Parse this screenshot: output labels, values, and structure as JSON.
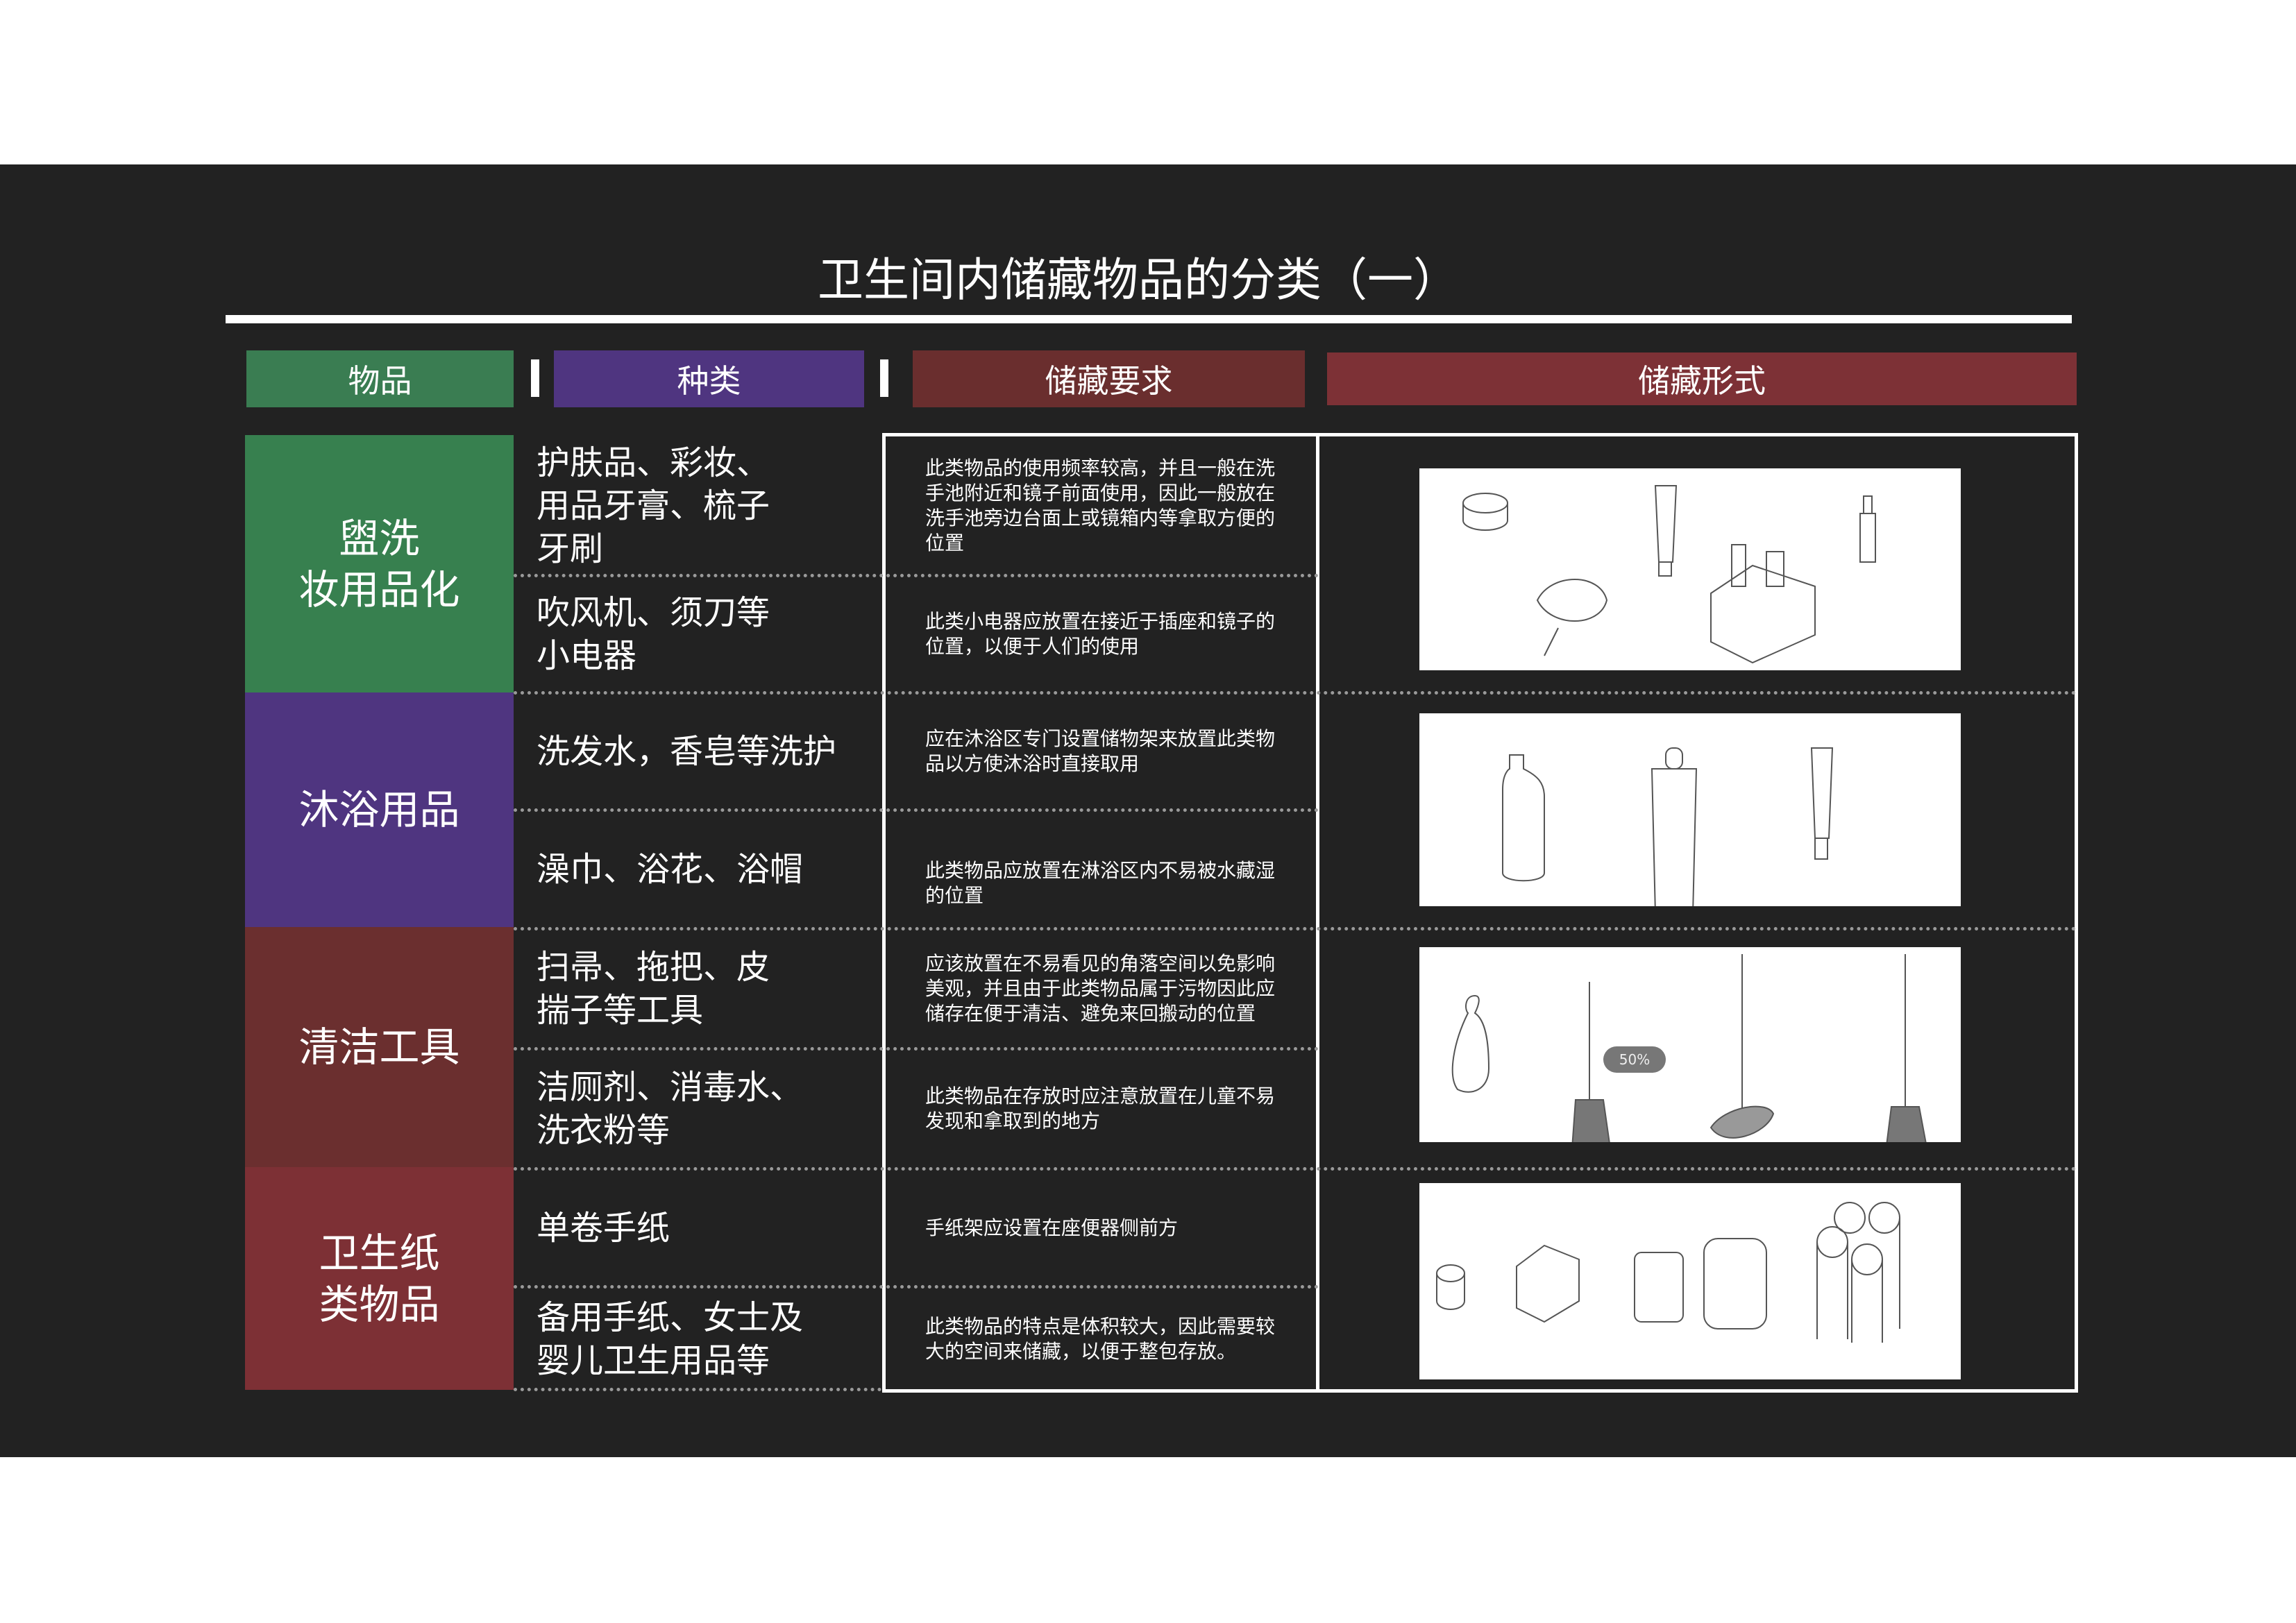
{
  "title": "卫生间内储藏物品的分类（一）",
  "headers": {
    "item": "物品",
    "type": "种类",
    "requirement": "储藏要求",
    "form": "储藏形式"
  },
  "colors": {
    "green": "#37804f",
    "purple": "#4f3580",
    "darkred": "#6b2f2f",
    "red": "#7d3035",
    "background": "#222222"
  },
  "categories": [
    {
      "name_line1": "盥洗",
      "name_line2": "妆用品化",
      "rows": [
        {
          "type": [
            "护肤品、彩妆、",
            "用品牙膏、梳子",
            "牙刷"
          ],
          "requirement": "此类物品的使用频率较高，并且一般在洗手池附近和镜子前面使用，因此一般放在洗手池旁边台面上或镜箱内等拿取方便的位置"
        },
        {
          "type": [
            "吹风机、须刀等",
            "小电器"
          ],
          "requirement": "此类小电器应放置在接近于插座和镜子的位置，以便于人们的使用"
        }
      ]
    },
    {
      "name_line1": "沐浴用品",
      "name_line2": "",
      "rows": [
        {
          "type": [
            "洗发水，香皂等洗护"
          ],
          "requirement": "应在沐浴区专门设置储物架来放置此类物品以方使沐浴时直接取用"
        },
        {
          "type": [
            "澡巾、浴花、浴帽"
          ],
          "requirement": "此类物品应放置在淋浴区内不易被水藏湿的位置"
        }
      ]
    },
    {
      "name_line1": "清洁工具",
      "name_line2": "",
      "rows": [
        {
          "type": [
            "扫帚、拖把、皮",
            "揣子等工具"
          ],
          "requirement": "应该放置在不易看见的角落空间以免影响美观，并且由于此类物品属于污物因此应储存在便于清洁、避免来回搬动的位置"
        },
        {
          "type": [
            "洁厕剂、消毒水、",
            "洗衣粉等"
          ],
          "requirement": "此类物品在存放时应注意放置在儿童不易发现和拿取到的地方"
        }
      ]
    },
    {
      "name_line1": "卫生纸",
      "name_line2": "类物品",
      "rows": [
        {
          "type": [
            "单卷手纸"
          ],
          "requirement": "手纸架应设置在座便器侧前方"
        },
        {
          "type": [
            "备用手纸、女士及",
            "婴儿卫生用品等"
          ],
          "requirement": "此类物品的特点是体积较大，因此需要较大的空间来储藏，以便于整包存放。"
        }
      ]
    }
  ],
  "images": {
    "cleaning_zoom_badge": "50%"
  }
}
